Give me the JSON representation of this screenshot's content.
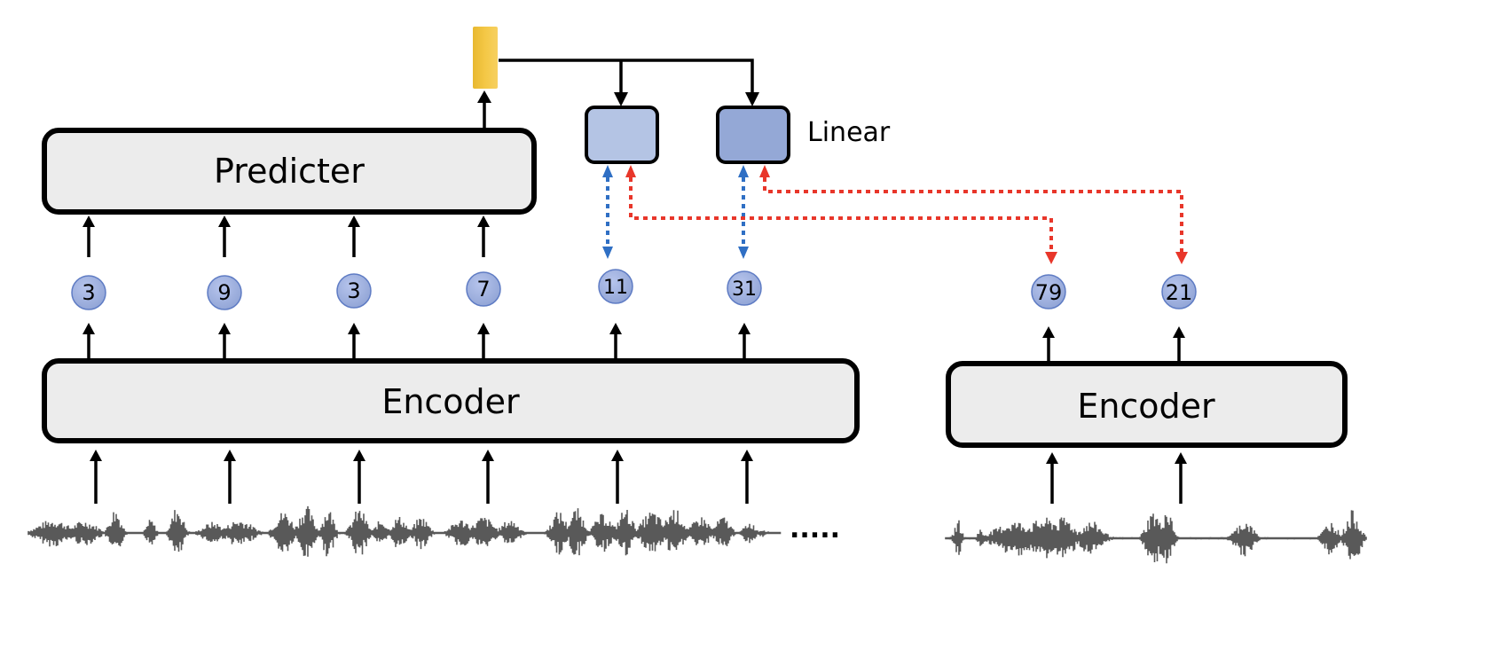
{
  "diagram": {
    "predictor": {
      "label": "Predicter"
    },
    "encoder_main": {
      "label": "Encoder"
    },
    "encoder_right": {
      "label": "Encoder"
    },
    "linear_label": "Linear",
    "ellipsis": ".....",
    "tokens_main": [
      "3",
      "9",
      "3",
      "7",
      "11",
      "31"
    ],
    "tokens_right": [
      "79",
      "21"
    ],
    "colors": {
      "yellow_vector": "#f2c640",
      "linear_box_1": "#b4c4e4",
      "linear_box_2": "#94a8d6",
      "token_fill": "#97a9d9",
      "token_stroke": "#5f7cc4",
      "box_fill": "#ececec",
      "blue_dotted": "#2f6fc4",
      "red_dotted": "#e8362a",
      "waveform": "#595959"
    }
  }
}
